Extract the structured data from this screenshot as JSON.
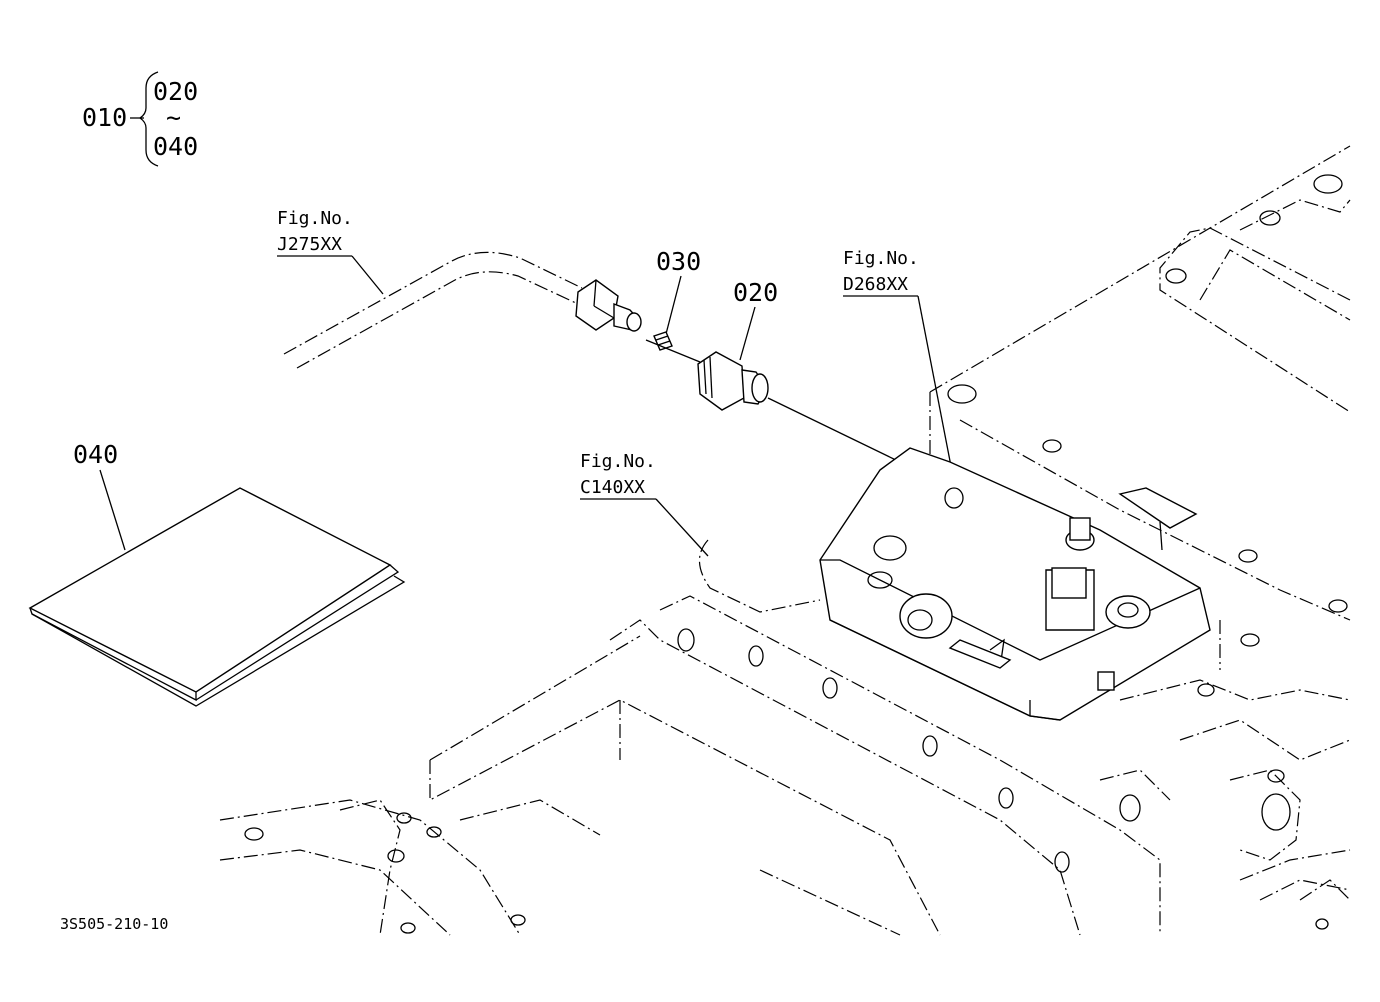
{
  "callouts": {
    "assembly": "010",
    "range_start": "020",
    "range_sep": "~",
    "range_end": "040",
    "part_030": "030",
    "part_020": "020",
    "part_040": "040"
  },
  "figure_refs": {
    "pipe": {
      "label": "Fig.No.",
      "code": "J275XX"
    },
    "valve": {
      "label": "Fig.No.",
      "code": "D268XX"
    },
    "housing": {
      "label": "Fig.No.",
      "code": "C140XX"
    }
  },
  "drawing_code": "3S505-210-10"
}
